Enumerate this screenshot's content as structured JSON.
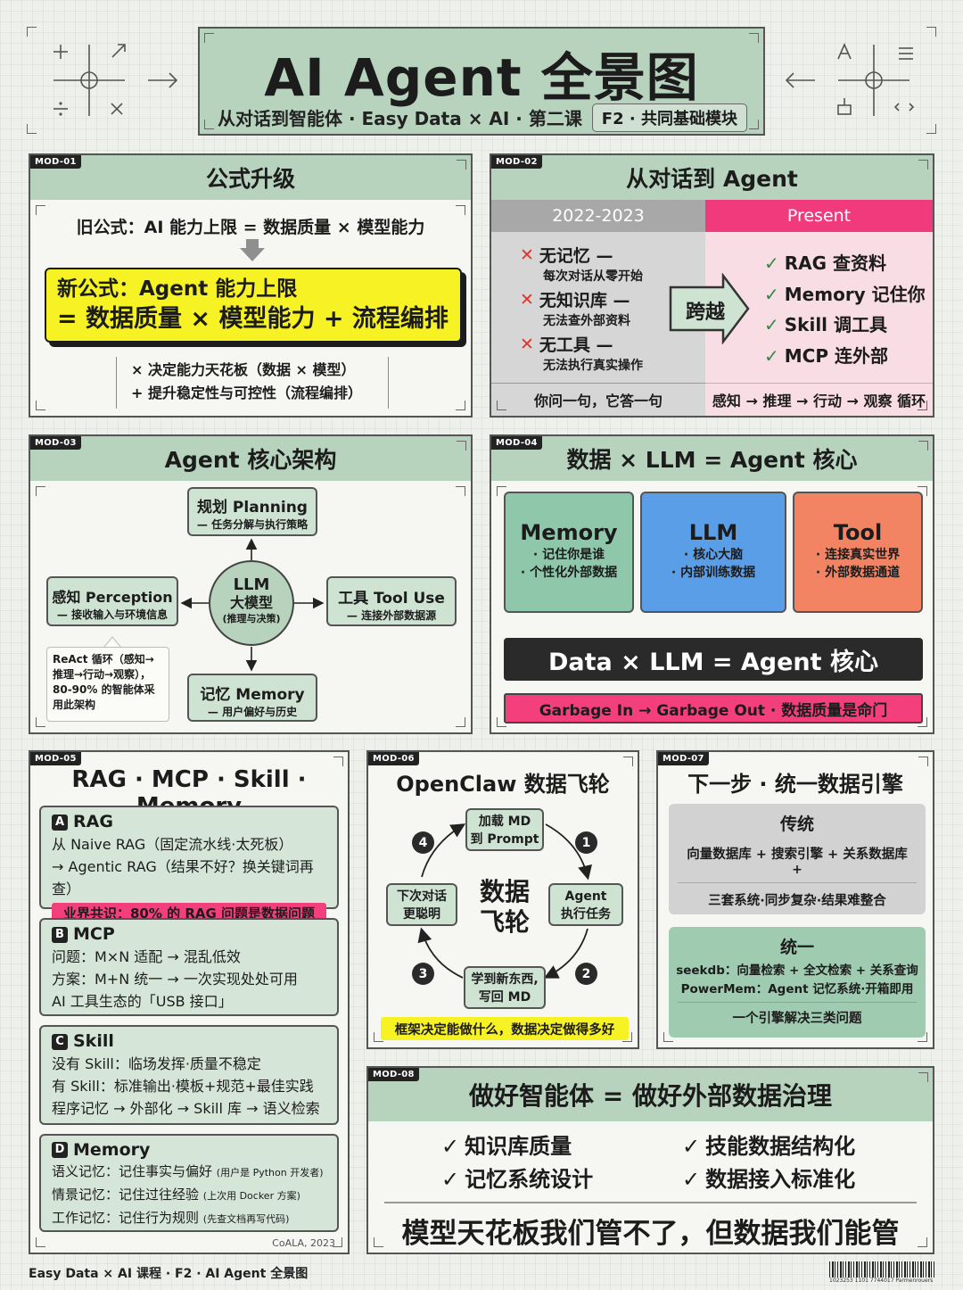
{
  "header": {
    "title": "AI Agent 全景图",
    "subtitle": "从对话到智能体 · Easy Data × AI · 第二课",
    "badge": "F2 · 共同基础模块"
  },
  "mod01": {
    "tag": "MOD-01",
    "title": "公式升级",
    "old_formula": "旧公式：AI 能力上限 = 数据质量 × 模型能力",
    "new_line1": "新公式：Agent 能力上限",
    "new_line2": "= 数据质量 × 模型能力 + 流程编排",
    "note1": "× 决定能力天花板（数据 × 模型）",
    "note2": "+ 提升稳定性与可控性（流程编排）"
  },
  "mod02": {
    "tag": "MOD-02",
    "title": "从对话到 Agent",
    "left_header": "2022-2023",
    "right_header": "Present",
    "left_items": [
      {
        "main": "无记忆 —",
        "sub": "每次对话从零开始"
      },
      {
        "main": "无知识库 —",
        "sub": "无法查外部资料"
      },
      {
        "main": "无工具 —",
        "sub": "无法执行真实操作"
      }
    ],
    "arrow_label": "跨越",
    "right_items": [
      "RAG 查资料",
      "Memory 记住你",
      "Skill 调工具",
      "MCP 连外部"
    ],
    "left_footer": "你问一句，它答一句",
    "right_footer": "感知 → 推理 → 行动 → 观察 循环"
  },
  "mod03": {
    "tag": "MOD-03",
    "title": "Agent 核心架构",
    "planning_title": "规划 Planning",
    "planning_sub": "— 任务分解与执行策略",
    "center_line1": "LLM",
    "center_line2": "大模型",
    "center_line3": "(推理与决策)",
    "perception_title": "感知 Perception",
    "perception_sub": "— 接收输入与环境信息",
    "tool_title": "工具 Tool Use",
    "tool_sub": "— 连接外部数据源",
    "memory_title": "记忆 Memory",
    "memory_sub": "— 用户偏好与历史",
    "react_note": "ReAct 循环（感知→推理→行动→观察），80-90% 的智能体采用此架构"
  },
  "mod04": {
    "tag": "MOD-04",
    "title": "数据 × LLM = Agent 核心",
    "cards": [
      {
        "title": "Memory",
        "line1": "· 记住你是谁",
        "line2": "· 个性化外部数据",
        "color": "#8ec7aa"
      },
      {
        "title": "LLM",
        "line1": "· 核心大脑",
        "line2": "· 内部训练数据",
        "color": "#5b9ee8"
      },
      {
        "title": "Tool",
        "line1": "· 连接真实世界",
        "line2": "· 外部数据通道",
        "color": "#f28463"
      }
    ],
    "banner": "Data × LLM = Agent 核心",
    "strip": "Garbage In → Garbage Out · 数据质量是命门"
  },
  "mod05": {
    "tag": "MOD-05",
    "title": "RAG · MCP · Skill · Memory",
    "rag": {
      "letter": "A",
      "title": "RAG",
      "line1": "从 Naive RAG（固定流水线·太死板）",
      "line2": "→ Agentic RAG（结果不好？换关键词再查）",
      "highlight": "业界共识：80% 的 RAG 问题是数据问题"
    },
    "mcp": {
      "letter": "B",
      "title": "MCP",
      "line1": "问题：M×N 适配 → 混乱低效",
      "line2": "方案：M+N 统一 → 一次实现处处可用",
      "line3": "AI 工具生态的「USB 接口」"
    },
    "skill": {
      "letter": "C",
      "title": "Skill",
      "line1": "没有 Skill：临场发挥·质量不稳定",
      "line2": "有 Skill：标准输出·模板+规范+最佳实践",
      "line3": "程序记忆 → 外部化 → Skill 库 → 语义检索"
    },
    "memory": {
      "letter": "D",
      "title": "Memory",
      "l1a": "语义记忆：记住事实与偏好",
      "l1b": "(用户是 Python 开发者)",
      "l2a": "情景记忆：记住过往经验",
      "l2b": "(上次用 Docker 方案)",
      "l3a": "工作记忆：记住行为规则",
      "l3b": "(先查文档再写代码)"
    },
    "footnote": "CoALA, 2023"
  },
  "mod06": {
    "tag": "MOD-06",
    "title": "OpenClaw 数据飞轮",
    "center1": "数据",
    "center2": "飞轮",
    "top1": "加载 MD",
    "top2": "到 Prompt",
    "right1": "Agent",
    "right2": "执行任务",
    "bottom1": "学到新东西,",
    "bottom2": "写回 MD",
    "left1": "下次对话",
    "left2": "更聪明",
    "n1": "1",
    "n2": "2",
    "n3": "3",
    "n4": "4",
    "note": "框架决定能做什么，数据决定做得多好"
  },
  "mod07": {
    "tag": "MOD-07",
    "title": "下一步 · 统一数据引擎",
    "trad_title": "传统",
    "trad_line1": "向量数据库 + 搜索引擎 + 关系数据库",
    "trad_plus": "+",
    "trad_line2": "三套系统·同步复杂·结果难整合",
    "uni_title": "统一",
    "uni_line1": "seekdb：向量检索 + 全文检索 + 关系查询",
    "uni_line2": "PowerMem：Agent 记忆系统·开箱即用",
    "uni_line3": "一个引擎解决三类问题"
  },
  "mod08": {
    "tag": "MOD-08",
    "title": "做好智能体 = 做好外部数据治理",
    "checks": [
      "知识库质量",
      "技能数据结构化",
      "记忆系统设计",
      "数据接入标准化"
    ],
    "slogan": "模型天花板我们管不了，但数据我们能管"
  },
  "footer": {
    "left": "Easy Data × AI 课程 · F2 · AI Agent 全景图",
    "barcode": "1023253 1101 7744017 Parmenrouers"
  },
  "icons": {
    "check": "✓",
    "cross": "✕"
  }
}
